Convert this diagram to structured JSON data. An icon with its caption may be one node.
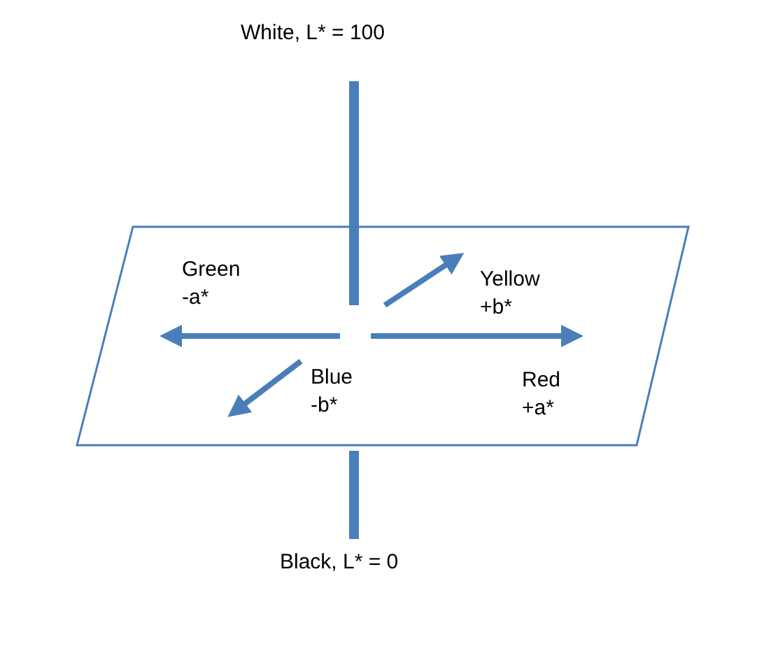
{
  "diagram": {
    "labels": [
      "White, L* = 100",
      "Green -a*",
      "Yellow +b*",
      "Blue -b*",
      "Red +a*",
      "Black, L* = 0"
    ]
  }
}
